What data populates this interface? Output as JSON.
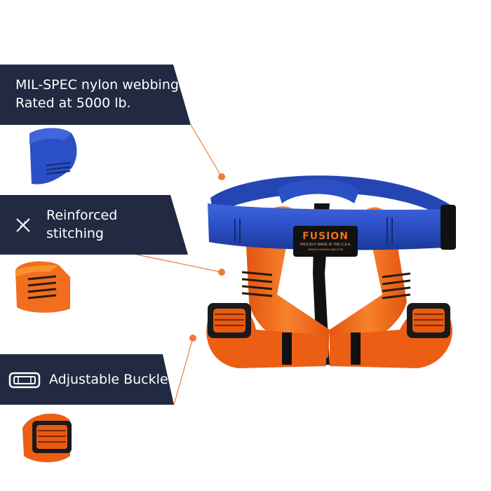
{
  "features": [
    {
      "line1": "MIL-SPEC nylon webbing",
      "line2": "Rated at 5000 lb.",
      "icon": "none"
    },
    {
      "line1": "Reinforced",
      "line2": "stitching",
      "icon": "stitch-cross-icon"
    },
    {
      "line1": "Adjustable Buckle",
      "icon": "buckle-icon"
    }
  ],
  "logo": {
    "brand": "FUSION",
    "tagline": "PROUDLY MADE IN THE U.S.A.",
    "url": "WWW.FUSIONCLIMB.COM"
  },
  "colors": {
    "banner": "#222a42",
    "accent_line": "#ef7a3a",
    "webbing_blue": "#2b4fc4",
    "webbing_orange": "#f26d1d"
  }
}
